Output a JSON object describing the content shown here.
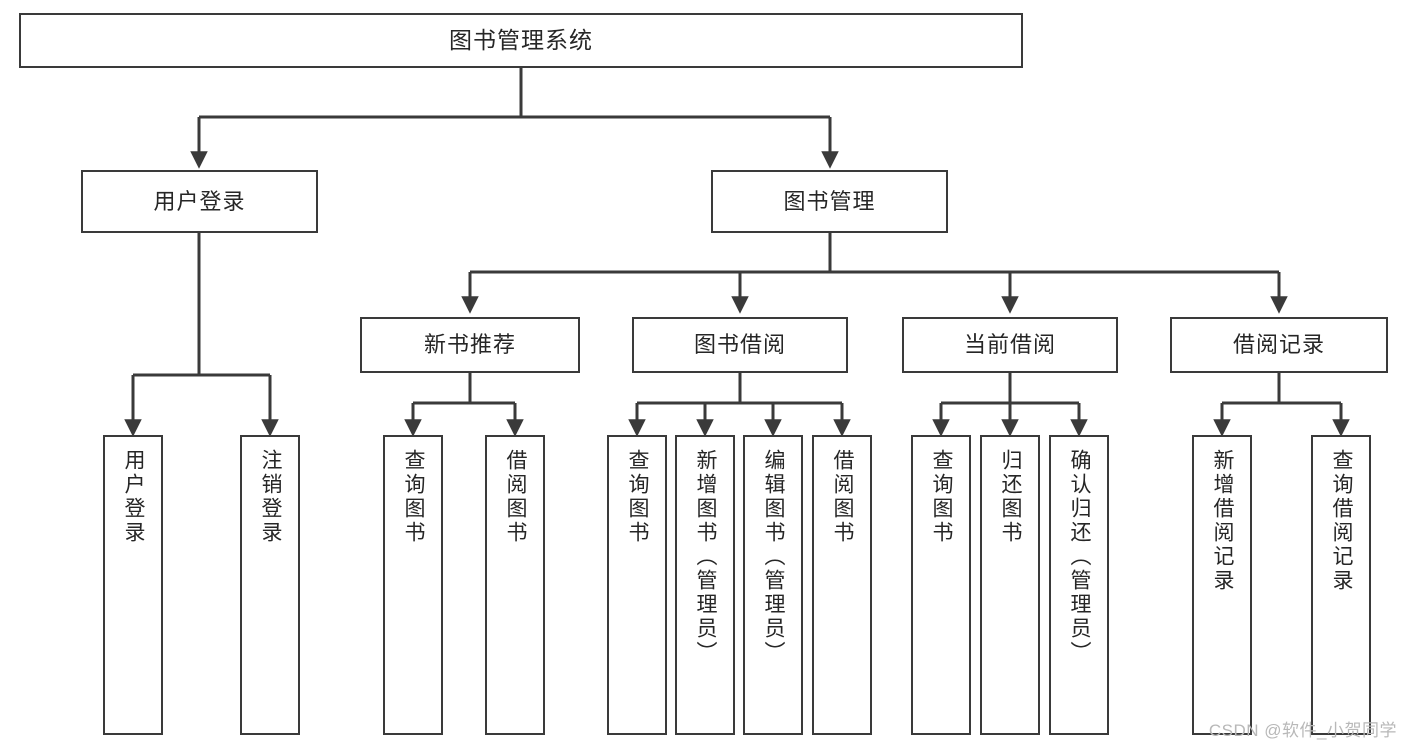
{
  "diagram": {
    "title": "图书管理系统",
    "type": "hierarchy-tree",
    "colors": {
      "box_border": "#3a3a3a",
      "box_fill": "#ffffff",
      "edge": "#3a3a3a",
      "text": "#262626",
      "watermark": "#b8b8b8",
      "background": "#ffffff"
    },
    "watermark": "CSDN @软件_小贺同学",
    "nodes": {
      "root": {
        "label": "图书管理系统"
      },
      "level2": [
        {
          "label": "用户登录"
        },
        {
          "label": "图书管理"
        }
      ],
      "level3": [
        {
          "label": "新书推荐"
        },
        {
          "label": "图书借阅"
        },
        {
          "label": "当前借阅"
        },
        {
          "label": "借阅记录"
        }
      ],
      "leaves": {
        "user_login": [
          {
            "label": "用户登录"
          },
          {
            "label": "注销登录"
          }
        ],
        "new_book_recommend": [
          {
            "label": "查询图书"
          },
          {
            "label": "借阅图书"
          }
        ],
        "book_borrow": [
          {
            "label": "查询图书"
          },
          {
            "label": "新增图书（管理员）"
          },
          {
            "label": "编辑图书（管理员）"
          },
          {
            "label": "借阅图书"
          }
        ],
        "current_borrow": [
          {
            "label": "查询图书"
          },
          {
            "label": "归还图书"
          },
          {
            "label": "确认归还（管理员）"
          }
        ],
        "borrow_record": [
          {
            "label": "新增借阅记录"
          },
          {
            "label": "查询借阅记录"
          }
        ]
      }
    }
  }
}
